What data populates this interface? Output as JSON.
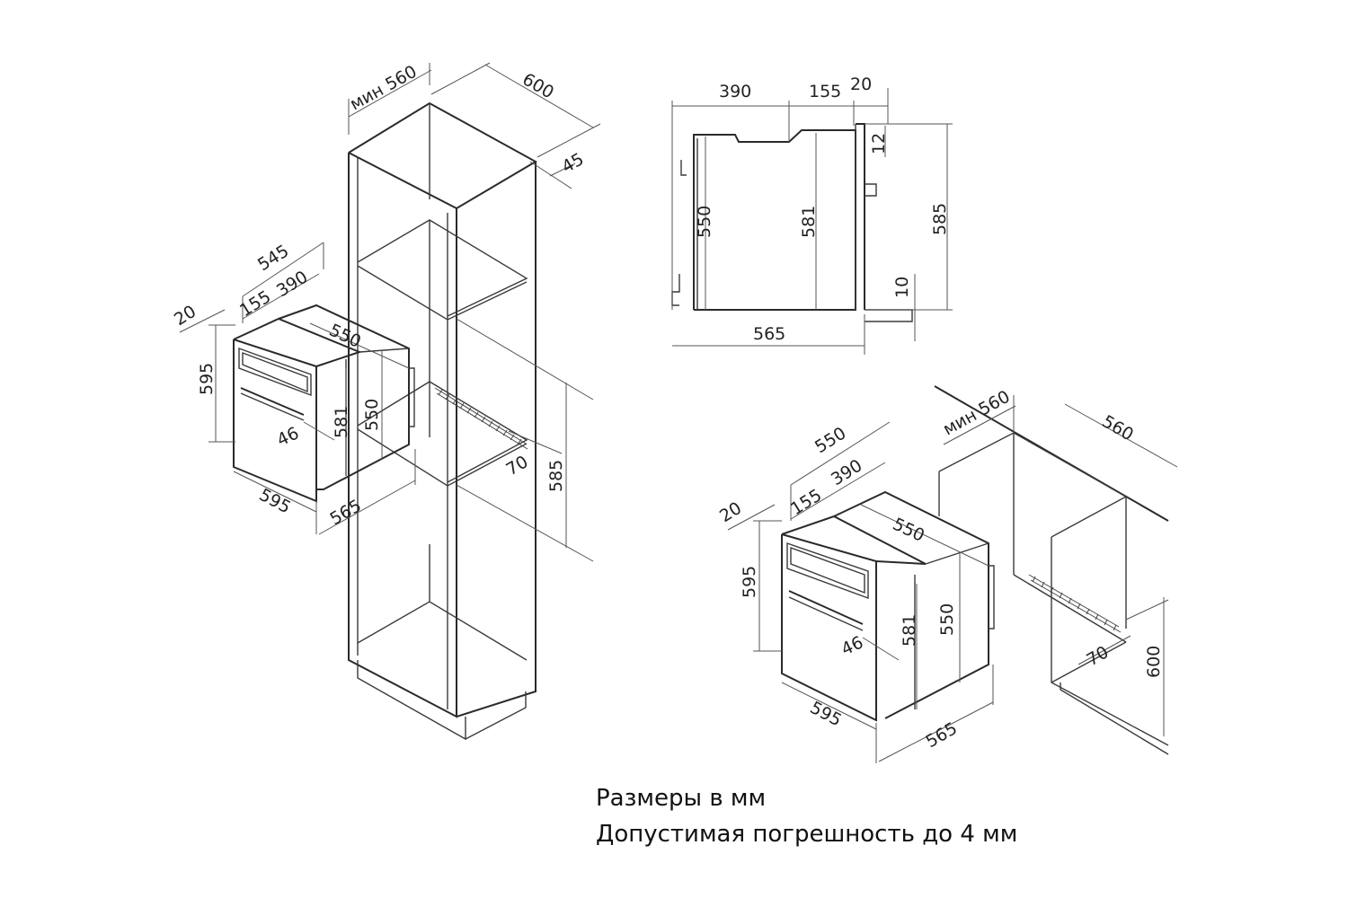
{
  "captions": {
    "units": "Размеры в мм",
    "tolerance": "Допустимая погрешность до 4 мм"
  },
  "column_install": {
    "cabinet_width": "мин 560",
    "cabinet_depth": "600",
    "back_gap": "45",
    "vent_depth": "70",
    "niche_height": "585",
    "oven_depth_total": "545",
    "oven_depth_body": "390",
    "panel_step": "155",
    "front_thickness": "20",
    "oven_height": "595",
    "oven_width": "595",
    "body_depth": "550",
    "body_height": "550",
    "front_height": "581",
    "handle_offset": "46",
    "body_width": "565"
  },
  "side_view": {
    "top_390": "390",
    "top_155": "155",
    "top_20": "20",
    "h_12": "12",
    "h_550": "550",
    "h_581": "581",
    "h_585": "585",
    "h_10": "10",
    "bottom_565": "565"
  },
  "counter_install": {
    "cabinet_width": "мин 560",
    "cabinet_depth": "560",
    "vent_depth": "70",
    "niche_height": "600",
    "oven_depth_total": "550",
    "oven_depth_body": "390",
    "panel_step": "155",
    "front_thickness": "20",
    "oven_height": "595",
    "oven_width": "595",
    "body_depth": "550",
    "body_height": "550",
    "front_height": "581",
    "handle_offset": "46",
    "body_width": "565"
  }
}
